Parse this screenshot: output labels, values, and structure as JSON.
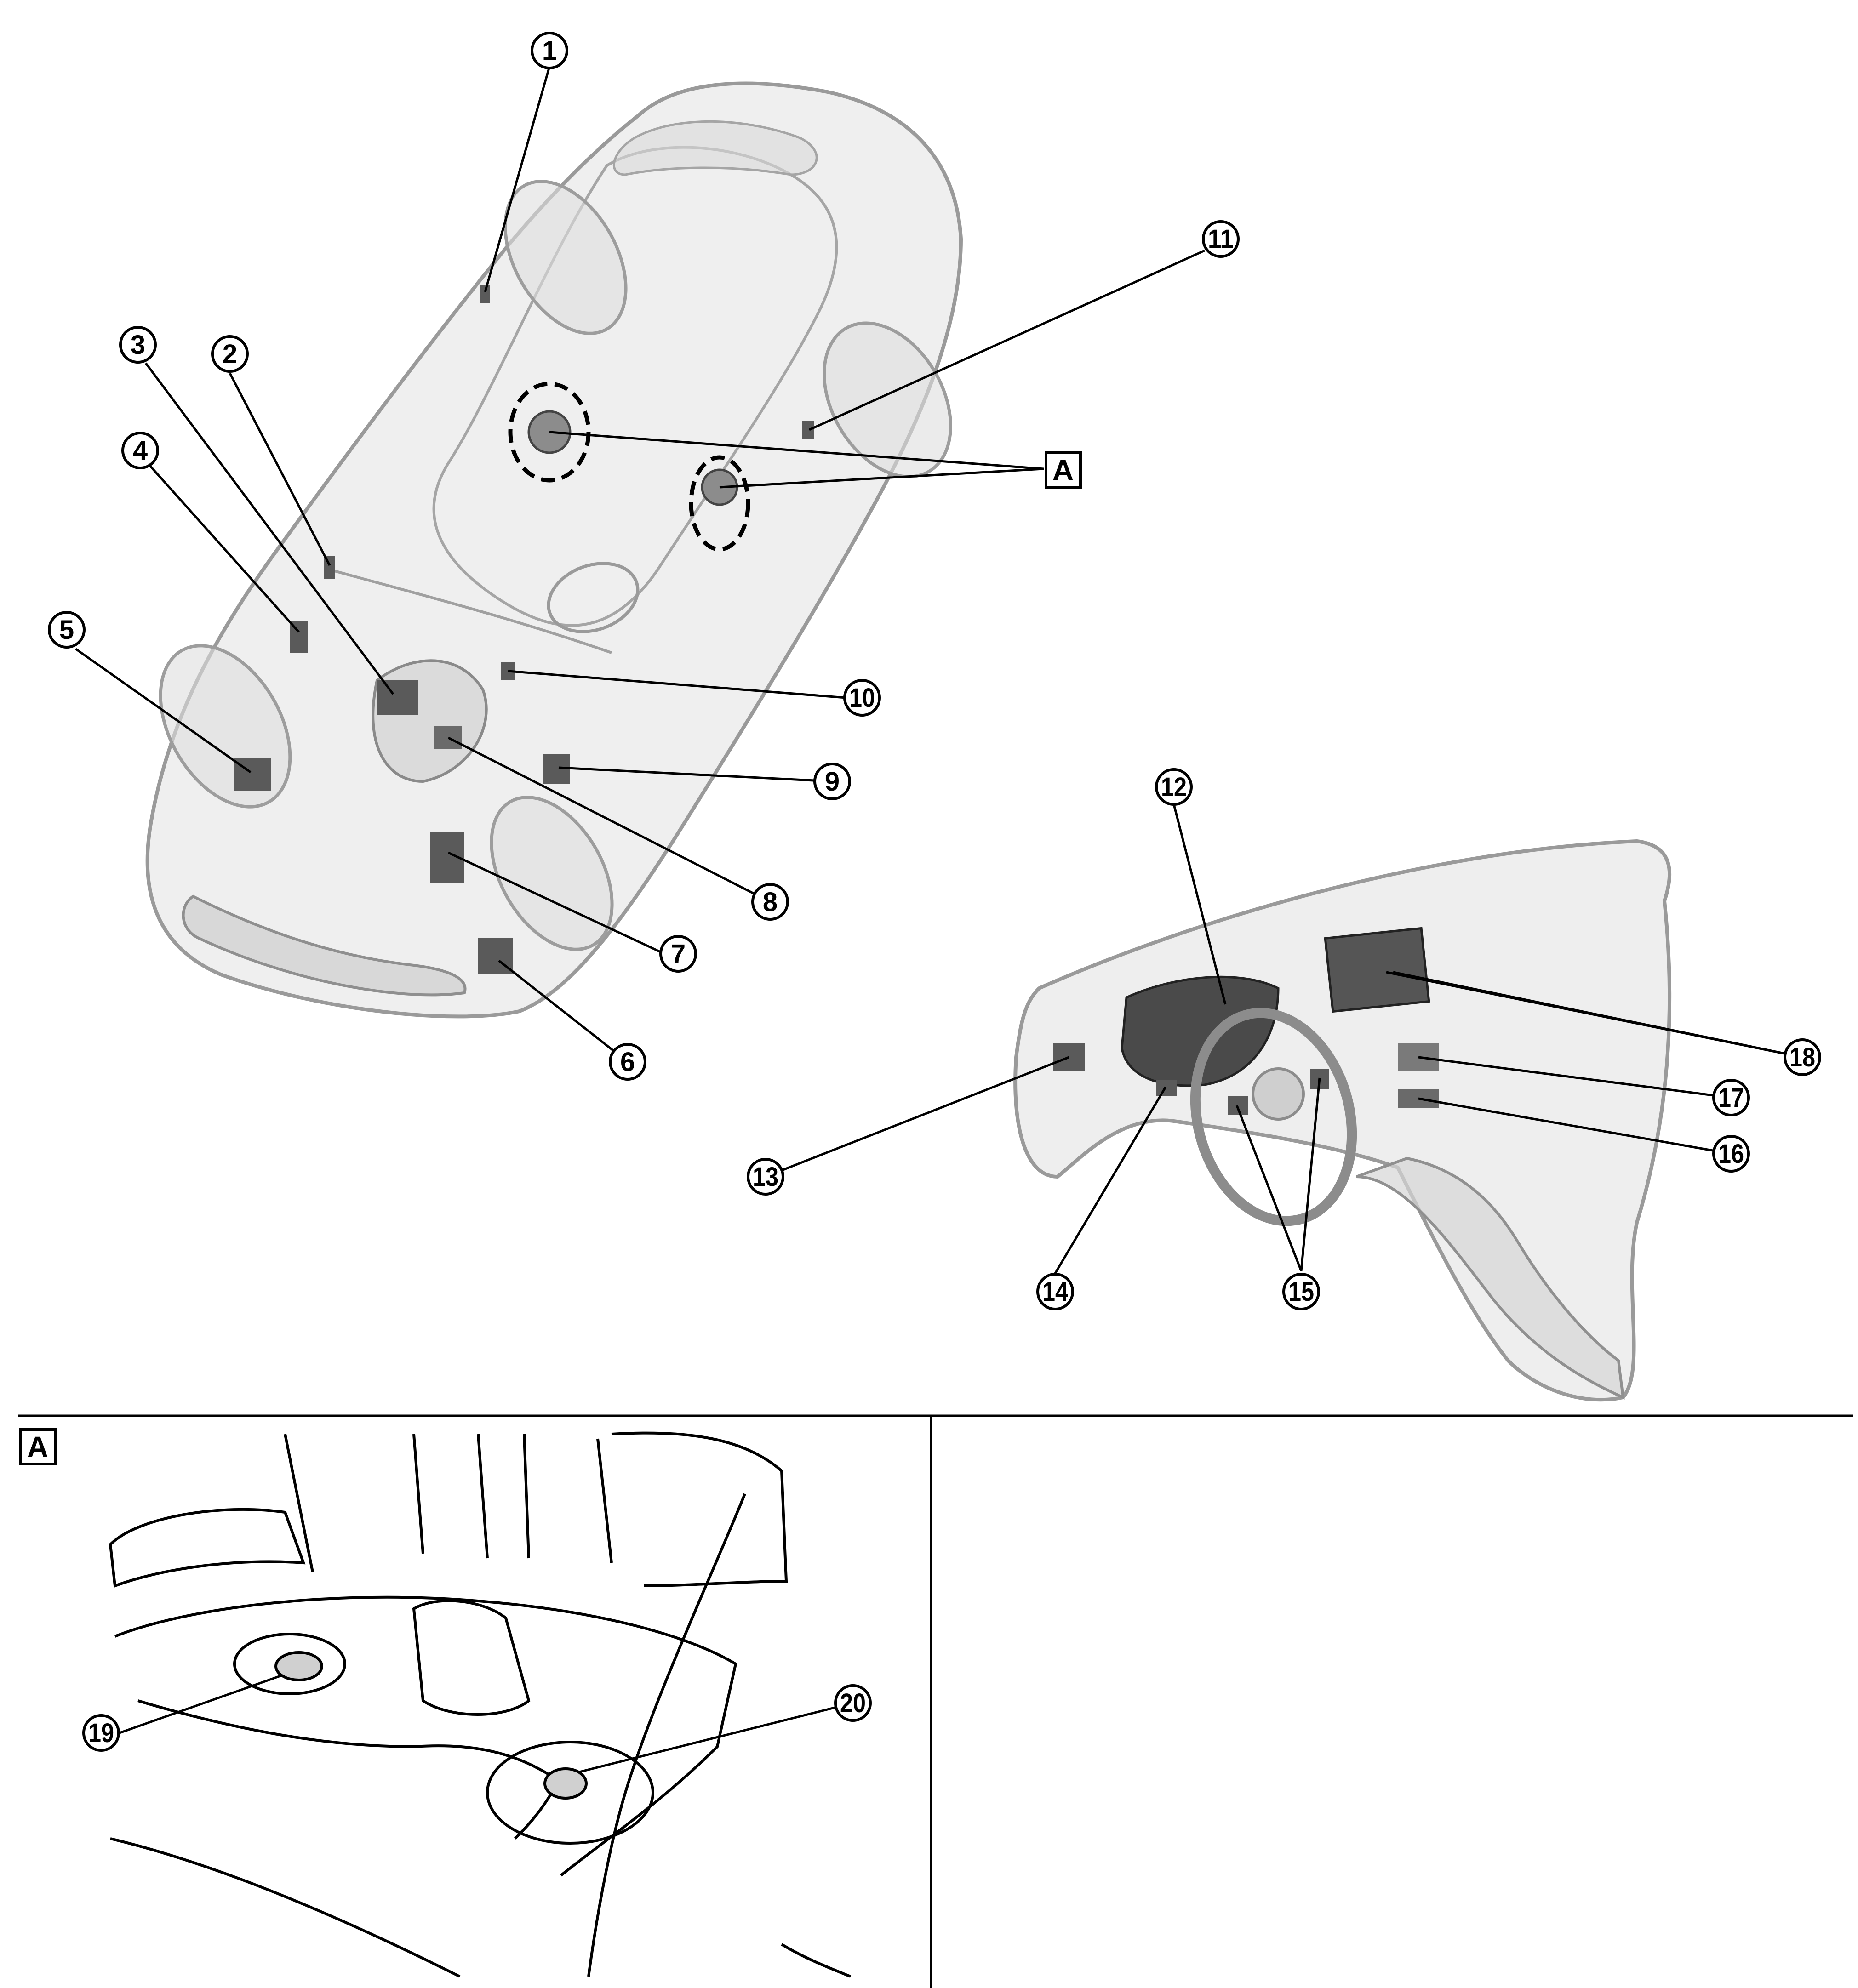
{
  "figure": {
    "callouts": [
      {
        "id": "c1",
        "label": "1"
      },
      {
        "id": "c2",
        "label": "2"
      },
      {
        "id": "c3",
        "label": "3"
      },
      {
        "id": "c4",
        "label": "4"
      },
      {
        "id": "c5",
        "label": "5"
      },
      {
        "id": "c6",
        "label": "6"
      },
      {
        "id": "c7",
        "label": "7"
      },
      {
        "id": "c8",
        "label": "8"
      },
      {
        "id": "c9",
        "label": "9"
      },
      {
        "id": "c10",
        "label": "10"
      },
      {
        "id": "c11",
        "label": "11"
      },
      {
        "id": "c12",
        "label": "12"
      },
      {
        "id": "c13",
        "label": "13"
      },
      {
        "id": "c14",
        "label": "14"
      },
      {
        "id": "c15",
        "label": "15"
      },
      {
        "id": "c16",
        "label": "16"
      },
      {
        "id": "c17",
        "label": "17"
      },
      {
        "id": "c18",
        "label": "18"
      },
      {
        "id": "c19",
        "label": "19"
      },
      {
        "id": "c20",
        "label": "20"
      }
    ],
    "detail_label": "A",
    "inset_label": "A",
    "colors": {
      "line": "#000000",
      "body_shade": "#e2e2e2",
      "body_outline": "#9a9a9a",
      "component": "#5a5a5a",
      "background": "#ffffff"
    }
  }
}
